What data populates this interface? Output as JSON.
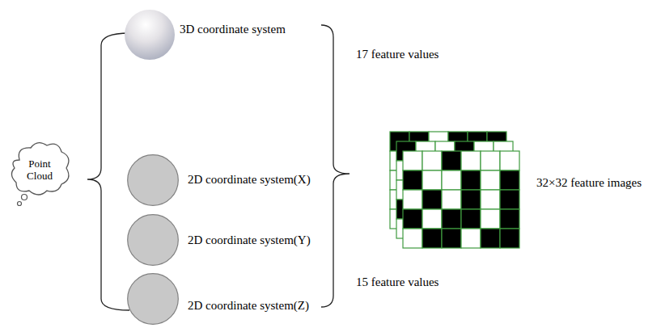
{
  "diagram": {
    "nodes": [
      {
        "text": [
          "Point Cloud"
        ]
      },
      {
        "text": [
          "3D coordinate system"
        ]
      },
      {
        "text": [
          "2D coordinate system(X)"
        ]
      },
      {
        "text": [
          "2D coordinate system(Y)"
        ]
      },
      {
        "text": [
          "2D coordinate system(Z)"
        ]
      }
    ],
    "labels": [
      "17 feature values",
      "15 feature values",
      "32×32 feature images"
    ]
  }
}
